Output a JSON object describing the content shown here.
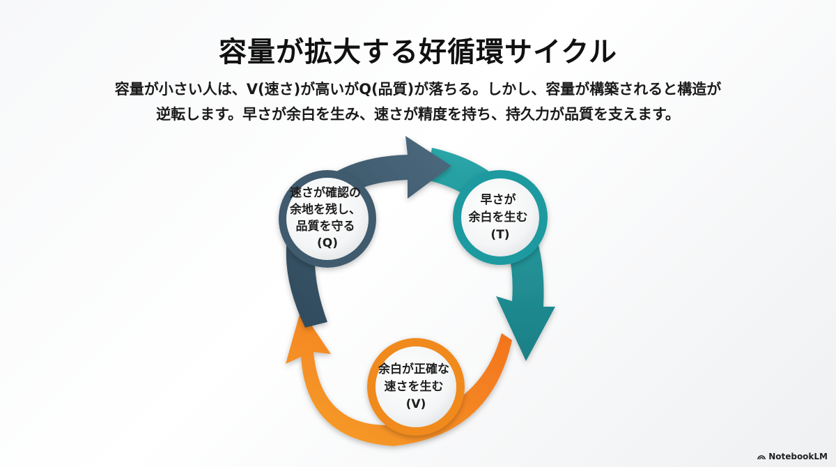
{
  "header": {
    "title": "容量が拡大する好循環サイクル",
    "subtitle_line1": "容量が小さい人は、V(速さ)が高いがQ(品質)が落ちる。しかし、容量が構築されると構造が",
    "subtitle_line2": "逆転します。早さが余白を生み、速さが精度を持ち、持久力が品質を支えます。"
  },
  "cycle": {
    "node_q": {
      "lines": [
        "速さが確認の",
        "余地を残し、",
        "品質を守る",
        "(Q)"
      ]
    },
    "node_t": {
      "lines": [
        "早さが",
        "余白を生む",
        "(T)"
      ]
    },
    "node_v": {
      "lines": [
        "余白が正確な",
        "速さを生む",
        "(V)"
      ]
    }
  },
  "colors": {
    "slate_arrow": "#3f5a6e",
    "teal_arrow": "#1f9aa0",
    "orange_arrow": "#f08a1c"
  },
  "footer": {
    "brand": "NotebookLM",
    "brand_icon": "notebooklm-logo-icon"
  }
}
